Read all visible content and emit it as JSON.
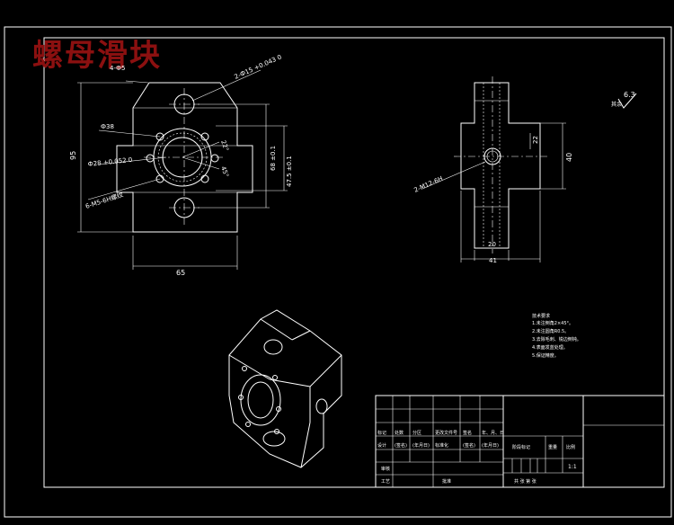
{
  "drawing": {
    "title": "螺母滑块",
    "front_view": {
      "width_dim": "65",
      "height_dim": "95",
      "top_hole_dim": "4-Ф5",
      "counterbore_dim": "2-Ф15 +0.043 0",
      "bolt_circle_dim": "Ф38",
      "bore_dim": "Ф28 +0.052 0",
      "thread_dim": "6-M5-6H螺纹",
      "hole_spacing_1": "68 ±0.1",
      "hole_spacing_2": "47.5 ±0.1",
      "angle_1": "22°",
      "angle_2": "45°"
    },
    "side_view": {
      "height_dim": "40",
      "chamfer_dim": "22",
      "thread_dim": "2-M12-6H",
      "inner_width_dim": "20",
      "total_width_dim": "41"
    },
    "roughness": {
      "value": "6.3",
      "label": "其余"
    },
    "notes": [
      "技术要求",
      "1.未注倒角2×45°。",
      "2.未注圆角R0.5。",
      "3.去除毛刺、锐边倒钝。",
      "4.表面发蓝处理。",
      "5.保证精度。"
    ],
    "title_block": {
      "row1": [
        "标记",
        "处数",
        "分区",
        "更改文件号",
        "签名",
        "年、月、日"
      ],
      "row2": [
        "设计",
        "(签名)",
        "(年月日)",
        "标准化",
        "(签名)",
        "(年月日)"
      ],
      "stage_label": "阶段标记",
      "weight_label": "重量",
      "scale_label": "比例",
      "scale_value": "1:1",
      "review": "审核",
      "process": "工艺",
      "approve": "批准",
      "sheet": "共 张 第 张"
    }
  }
}
